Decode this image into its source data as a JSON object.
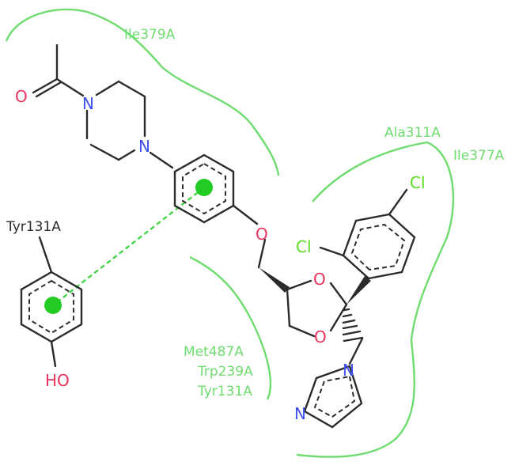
{
  "colors": {
    "residue": "#6fdc6f",
    "bond": "#2b2b2b",
    "nitrogen": "#3f4ff0",
    "oxygen": "#e8335a",
    "chlorine": "#58dd20",
    "centroid": "#22cc22"
  },
  "residues": {
    "ile379": "Ile379A",
    "ala311": "Ala311A",
    "ile377": "Ile377A",
    "tyr131_top": "Tyr131A",
    "met487": "Met487A",
    "trp239": "Trp239A",
    "tyr131_bottom": "Tyr131A"
  },
  "atoms": {
    "carbonyl_o": "O",
    "pip_n1": "N",
    "pip_n2": "N",
    "ether_o": "O",
    "dioxolane_o1": "O",
    "dioxolane_o2": "O",
    "cl_para": "Cl",
    "cl_ortho": "Cl",
    "imid_n1": "N",
    "imid_n3": "N",
    "hydroxyl": "HO"
  },
  "interactions": [
    {
      "type": "pi-pi stacking",
      "from": "phenoxy ring",
      "to": "Tyr131A ring"
    }
  ]
}
